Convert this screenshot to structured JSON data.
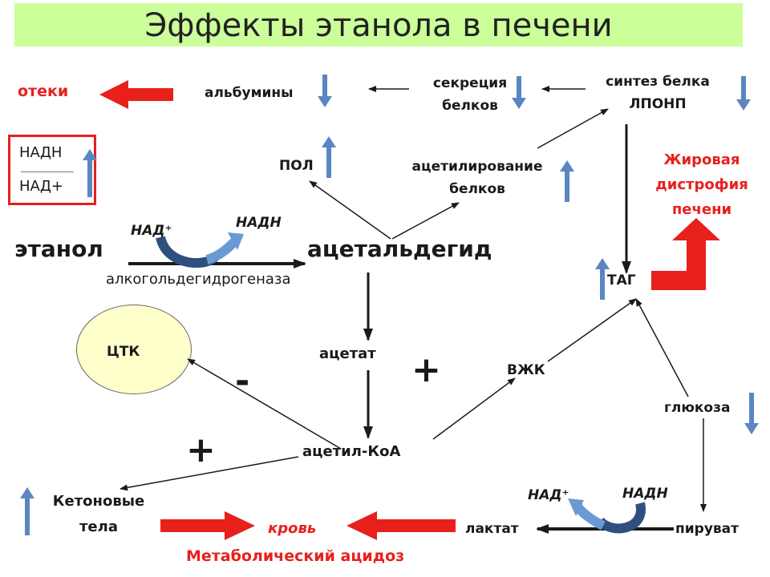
{
  "title": "Эффекты этанола в печени",
  "colors": {
    "title_bg": "#ccff99",
    "red": "#e8201c",
    "blue": "#5b86c2",
    "tca_fill": "#ffffcc"
  },
  "labels": {
    "edema": "отеки",
    "albumins": "альбумины",
    "secretion_line1": "секреция",
    "secretion_line2": "белков",
    "vldl_line1": "синтез белка",
    "vldl_line2": "ЛПОНП",
    "nadh": "НАДН",
    "nad_plus": "НАД+",
    "lpo": "ПОЛ",
    "acetylation_line1": "ацетилирование",
    "acetylation_line2": "белков",
    "fatty_line1": "Жировая",
    "fatty_line2": "дистрофия",
    "fatty_line3": "печени",
    "ethanol": "этанол",
    "acetaldehyde": "ацетальдегид",
    "enzyme": "алкогольдегидрогеназа",
    "nad_cof": "НАД⁺",
    "nadh_cof": "НАДН",
    "tag": "ТАГ",
    "tca": "ЦТК",
    "acetate": "ацетат",
    "minus": "-",
    "plus1": "+",
    "ffa": "ВЖК",
    "glucose": "глюкоза",
    "plus2": "+",
    "acetyl_coa": "ацетил-КоА",
    "ketone_line1": "Кетоновые",
    "ketone_line2": "тела",
    "blood": "кровь",
    "lactate": "лактат",
    "pyruvate": "пируват",
    "nad_cof2": "НАД⁺",
    "nadh_cof2": "НАДН",
    "acidosis": "Метаболический ацидоз"
  }
}
